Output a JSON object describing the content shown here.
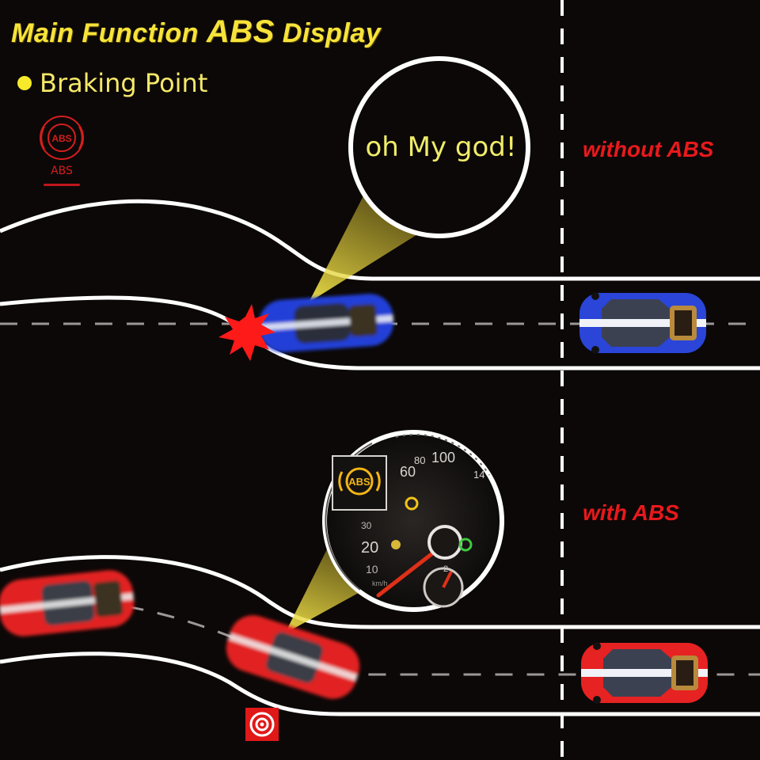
{
  "title": {
    "prefix": "Main Function ",
    "emphasis": "ABS",
    "suffix": " Display"
  },
  "legend": {
    "label": "Braking Point",
    "dot_color": "#f7ea2a"
  },
  "abs_icon": {
    "text": "ABS",
    "label": "ABS",
    "color": "#d41e1e"
  },
  "scenario_without": {
    "label": "without ABS",
    "speech": "oh My god!",
    "car_color": "#1f3fd6"
  },
  "scenario_with": {
    "label": "with ABS",
    "car_color": "#e22424",
    "dashboard": {
      "abs_indicator": "ABS",
      "indicator_color": "#f2b618",
      "speed_marks": [
        "60",
        "80",
        "100",
        "14"
      ],
      "small_marks": [
        "30",
        "20",
        "10",
        "km/h"
      ],
      "rpm_mark": "2"
    }
  },
  "colors": {
    "background": "#0c0807",
    "title_yellow": "#f7e33a",
    "label_red": "#e8191c",
    "road_lines": "#ffffff"
  }
}
